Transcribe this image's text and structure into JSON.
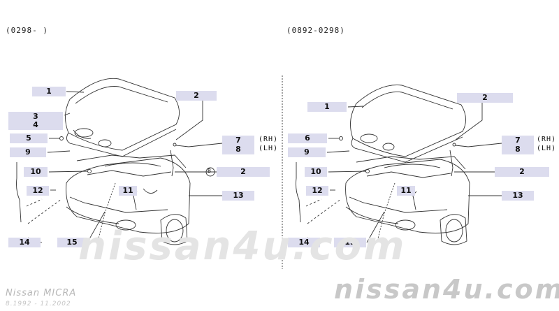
{
  "headers": {
    "left": "(0298-          )",
    "right": "(0892-0298)"
  },
  "left_callouts": [
    "1",
    "3",
    "4",
    "5",
    "9",
    "10",
    "12",
    "14",
    "15",
    "11",
    "2",
    "7",
    "8",
    "2",
    "13"
  ],
  "right_callouts": [
    "1",
    "6",
    "9",
    "10",
    "12",
    "14",
    "15",
    "11",
    "2",
    "7",
    "8",
    "2",
    "13"
  ],
  "side_labels": {
    "rh": "(RH)",
    "lh": "(LH)"
  },
  "ref_marker": "B",
  "watermark": {
    "center": "nissan4u.com",
    "corner": "nissan4u.com"
  },
  "vehicle": {
    "name": "Nissan MICRA",
    "dates": "8.1992 - 11.2002"
  }
}
